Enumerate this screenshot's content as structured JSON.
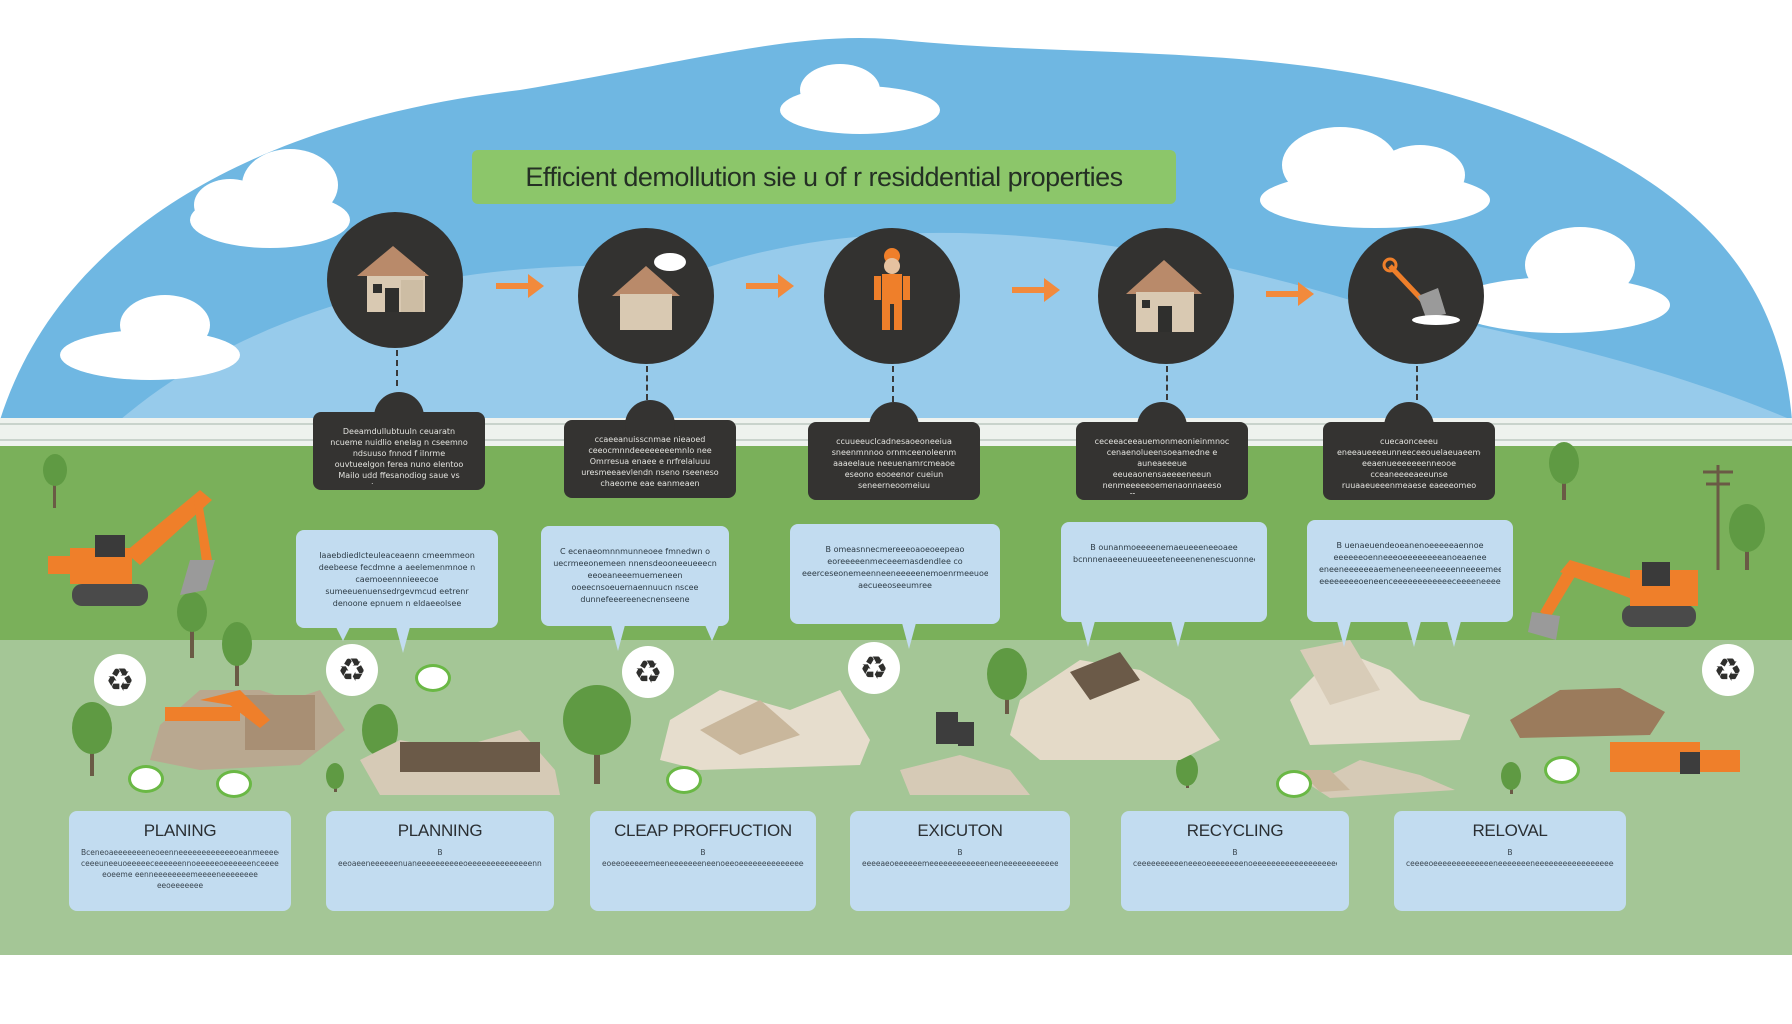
{
  "title": "Efficient demollution  sie u of r residdential properties",
  "colors": {
    "sky": "#6fb7e2",
    "grass": "#7ab05a",
    "ground": "#a4c696",
    "title_banner": "#8cc66a",
    "circle": "#333230",
    "arrow": "#f28a3c",
    "bubble": "#c2dcf0",
    "excavator": "#ef7f2a"
  },
  "steps": [
    {
      "icon": "house-icon",
      "dark_text": "Deeamdullubtuuln ceuaratn  ncueme nuidlio enelag n  cseemno ndsuuso fnnod f ilnrme ouvtueelgon ferea nuno elentoo  Mailo  udd ffesanodiog saue vs leemeauumer",
      "bubble_text": "Iaaebdiedlcteuleaceaenn cmeemmeon deebeese fecdmne a aeelemenmnoe n caemoeennnieeecoe sumeeuenuensedrgevmcud eetrenr denoone epnuem n eldaeeolsee"
    },
    {
      "icon": "house-smoke-icon",
      "dark_text": "ccaeeanuisscnmae nieaoed ceeocmnndeeeeeeeemnlo nee Omrresua enaee e nrfrelaluuu uresmeeaevlendn nseno rseeneso  chaeome eae eanmeaen",
      "bubble_text": "C ecenaeomnnmunneoee fmnedwn o  uecrmeeonemeen nnensdeooneeueeecn eeoeaneeemuemeneen ooeecnsoeuernaennuucn nscee dunnefeeereenecnenseene"
    },
    {
      "icon": "worker-icon",
      "dark_text": "ccuueeuclcadnesaoeoneeiua sneenmnnoo ornmceenoleenm aaaeelaue neeuenamrcmeaoe eseono eooeenor cueiun seneerneoomeiuu",
      "bubble_text": "B omeasnnecmereeeoaoeoeepeao eoreeeeenmeceeemasdendlee co eeerceseonemeenneeneeeeenemoenrmeeuoeeneeo aecueeoseeumree"
    },
    {
      "icon": "house-icon",
      "dark_text": "ceceeaceeauemonmeonieinmnoc cenaenolueensoeamedne e auneaeeeue eeueaonensaeeeeneeun nenmeeeeeoemenaonnaeeso ffeeeeuanunann",
      "bubble_text": "B  ounanmoeeeenemaeueeeneeoaee bcnnnenaeeeneuueeeteneeenenenescuonneeeenneneseneennnbcceeeenesomoeieaneeneneenceeeecoenfneceneeoeeneoeneenn"
    },
    {
      "icon": "shovel-icon",
      "dark_text": "cuecaonceeeu eneeaueeeeunneeceeouelaeuaeemea  eeaenueeeeeeenneooe cceaneeeeaeeunse ruuaaeueeenmeaese  eaeeeomeo",
      "bubble_text": "B uenaeuendeoeanenoeeeeeaennoe eeeeeeoenneeeoeeeeeeeeanoeaenee eneeneeeeeeaemeneeneeeneeeenneeeemeenee eeeeeeeeoeneenceeeeeeeeeeeeceeeeneeee"
    }
  ],
  "phases": [
    {
      "title": "PLANING",
      "desc": "Bceneoaeeeeeeeneoeenneeeeeeeeeeeeoeanmeeeeee ceeeuneeuoeeeeeceeeeeennoeeeeeoeeeeeenceeeeee eoeeme eenneeeeeeeemeeeeneeeeeeee eeoeeeeeee"
    },
    {
      "title": "PLANNING",
      "desc": "B eeoaeeneeeeeenuaneeeeeeeeeeoeeeeeeeeeeeeeennenoeeeeeeeeeeneeeoenneeeeeeeeeeeeeeoeeeeeeneneeneeeeeeeoeeneeeeeeeeeeeeneeeeeeeeeeeeeeeee"
    },
    {
      "title": "CLEAP PROFFUCTION",
      "desc": "B eoeeoeeeeemeeneeeeeeeneenoeeoeeeeeeeeeeeeeeeeeeeeeeeeeeeeeeeeeeeeeeeeeeeeeeoeeneeeeeeeeeeeeeeeeeeeee"
    },
    {
      "title": "EXICUTON",
      "desc": "B eeeeaeoeeeeeemeeeeeeeeeeeeneeneeeeeeeeeeeeeeeeeeeeeeeeeeeeeeeeeeeeeeeeeeeeeeeeeeeeeeeeeeeeeeeeeeeeeee"
    },
    {
      "title": "RECYCLING",
      "desc": "B ceeeeeeeeeeneeeoeeeeeeeenoeeeeeeeeeeeeeeeeeeeeeeeeeeeeeeeeeeeeeeeeeeeeeeeeeeeeeeeeeeeeeeeeeeeeeeeeeeeee"
    },
    {
      "title": "RELOVAL",
      "desc": "B ceeeeoeeeeeeeeeeeeeneeeeeeeneeeeeeeeeeeeeeeeeeeeeeeeeeeeeeeeeeeeeeeeeeeeeeeeeeeeeeeeeeeeeeeeeeeeeeeee"
    }
  ],
  "decor": {
    "recycle_icon": "recycle-icon",
    "eco_icon": "leaf-badge-icon",
    "excavator_icon": "excavator-icon",
    "tree_icon": "tree-icon",
    "debris_icon": "debris-pile-icon"
  }
}
